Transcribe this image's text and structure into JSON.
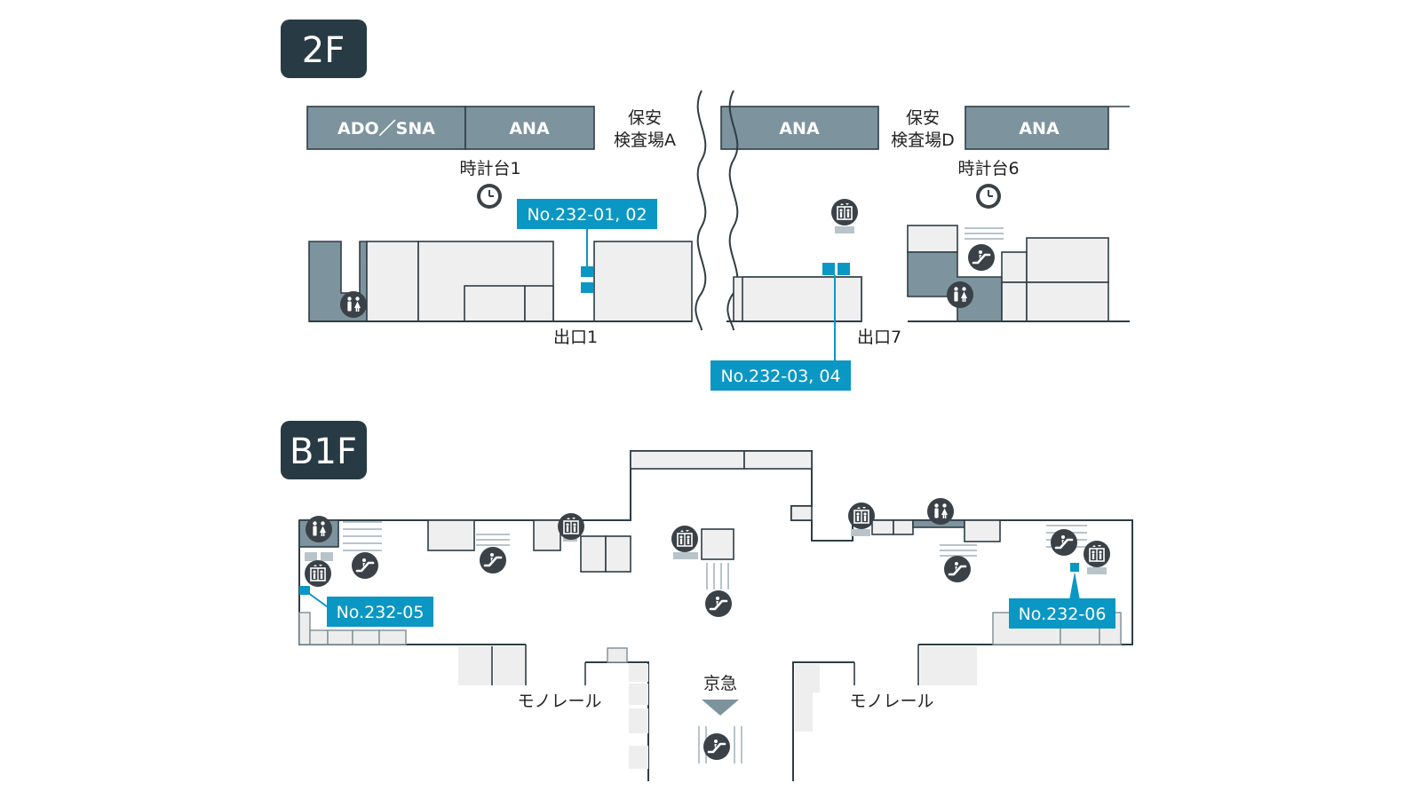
{
  "colors": {
    "counter": "#7d939e",
    "highlight": "#0b97c4",
    "floor_badge": "#283a43",
    "room_fill": "#efefef",
    "icon_fill": "#3a4248"
  },
  "floors": {
    "f2": {
      "badge": "2F",
      "counters": [
        "ADO／SNA",
        "ANA",
        "ANA",
        "ANA"
      ],
      "security_a": [
        "保安",
        "検査場A"
      ],
      "security_d": [
        "保安",
        "検査場D"
      ],
      "clock1": "時計台1",
      "clock6": "時計台6",
      "exit1": "出口1",
      "exit7": "出口7",
      "callout1": "No.232-01, 02",
      "callout2": "No.232-03, 04"
    },
    "b1": {
      "badge": "B1F",
      "callout5": "No.232-05",
      "callout6": "No.232-06",
      "keikyu": "京急",
      "monorail_left": "モノレール",
      "monorail_right": "モノレール"
    }
  },
  "icons": [
    "clock-icon",
    "elevator-icon",
    "escalator-icon",
    "restroom-icon"
  ]
}
